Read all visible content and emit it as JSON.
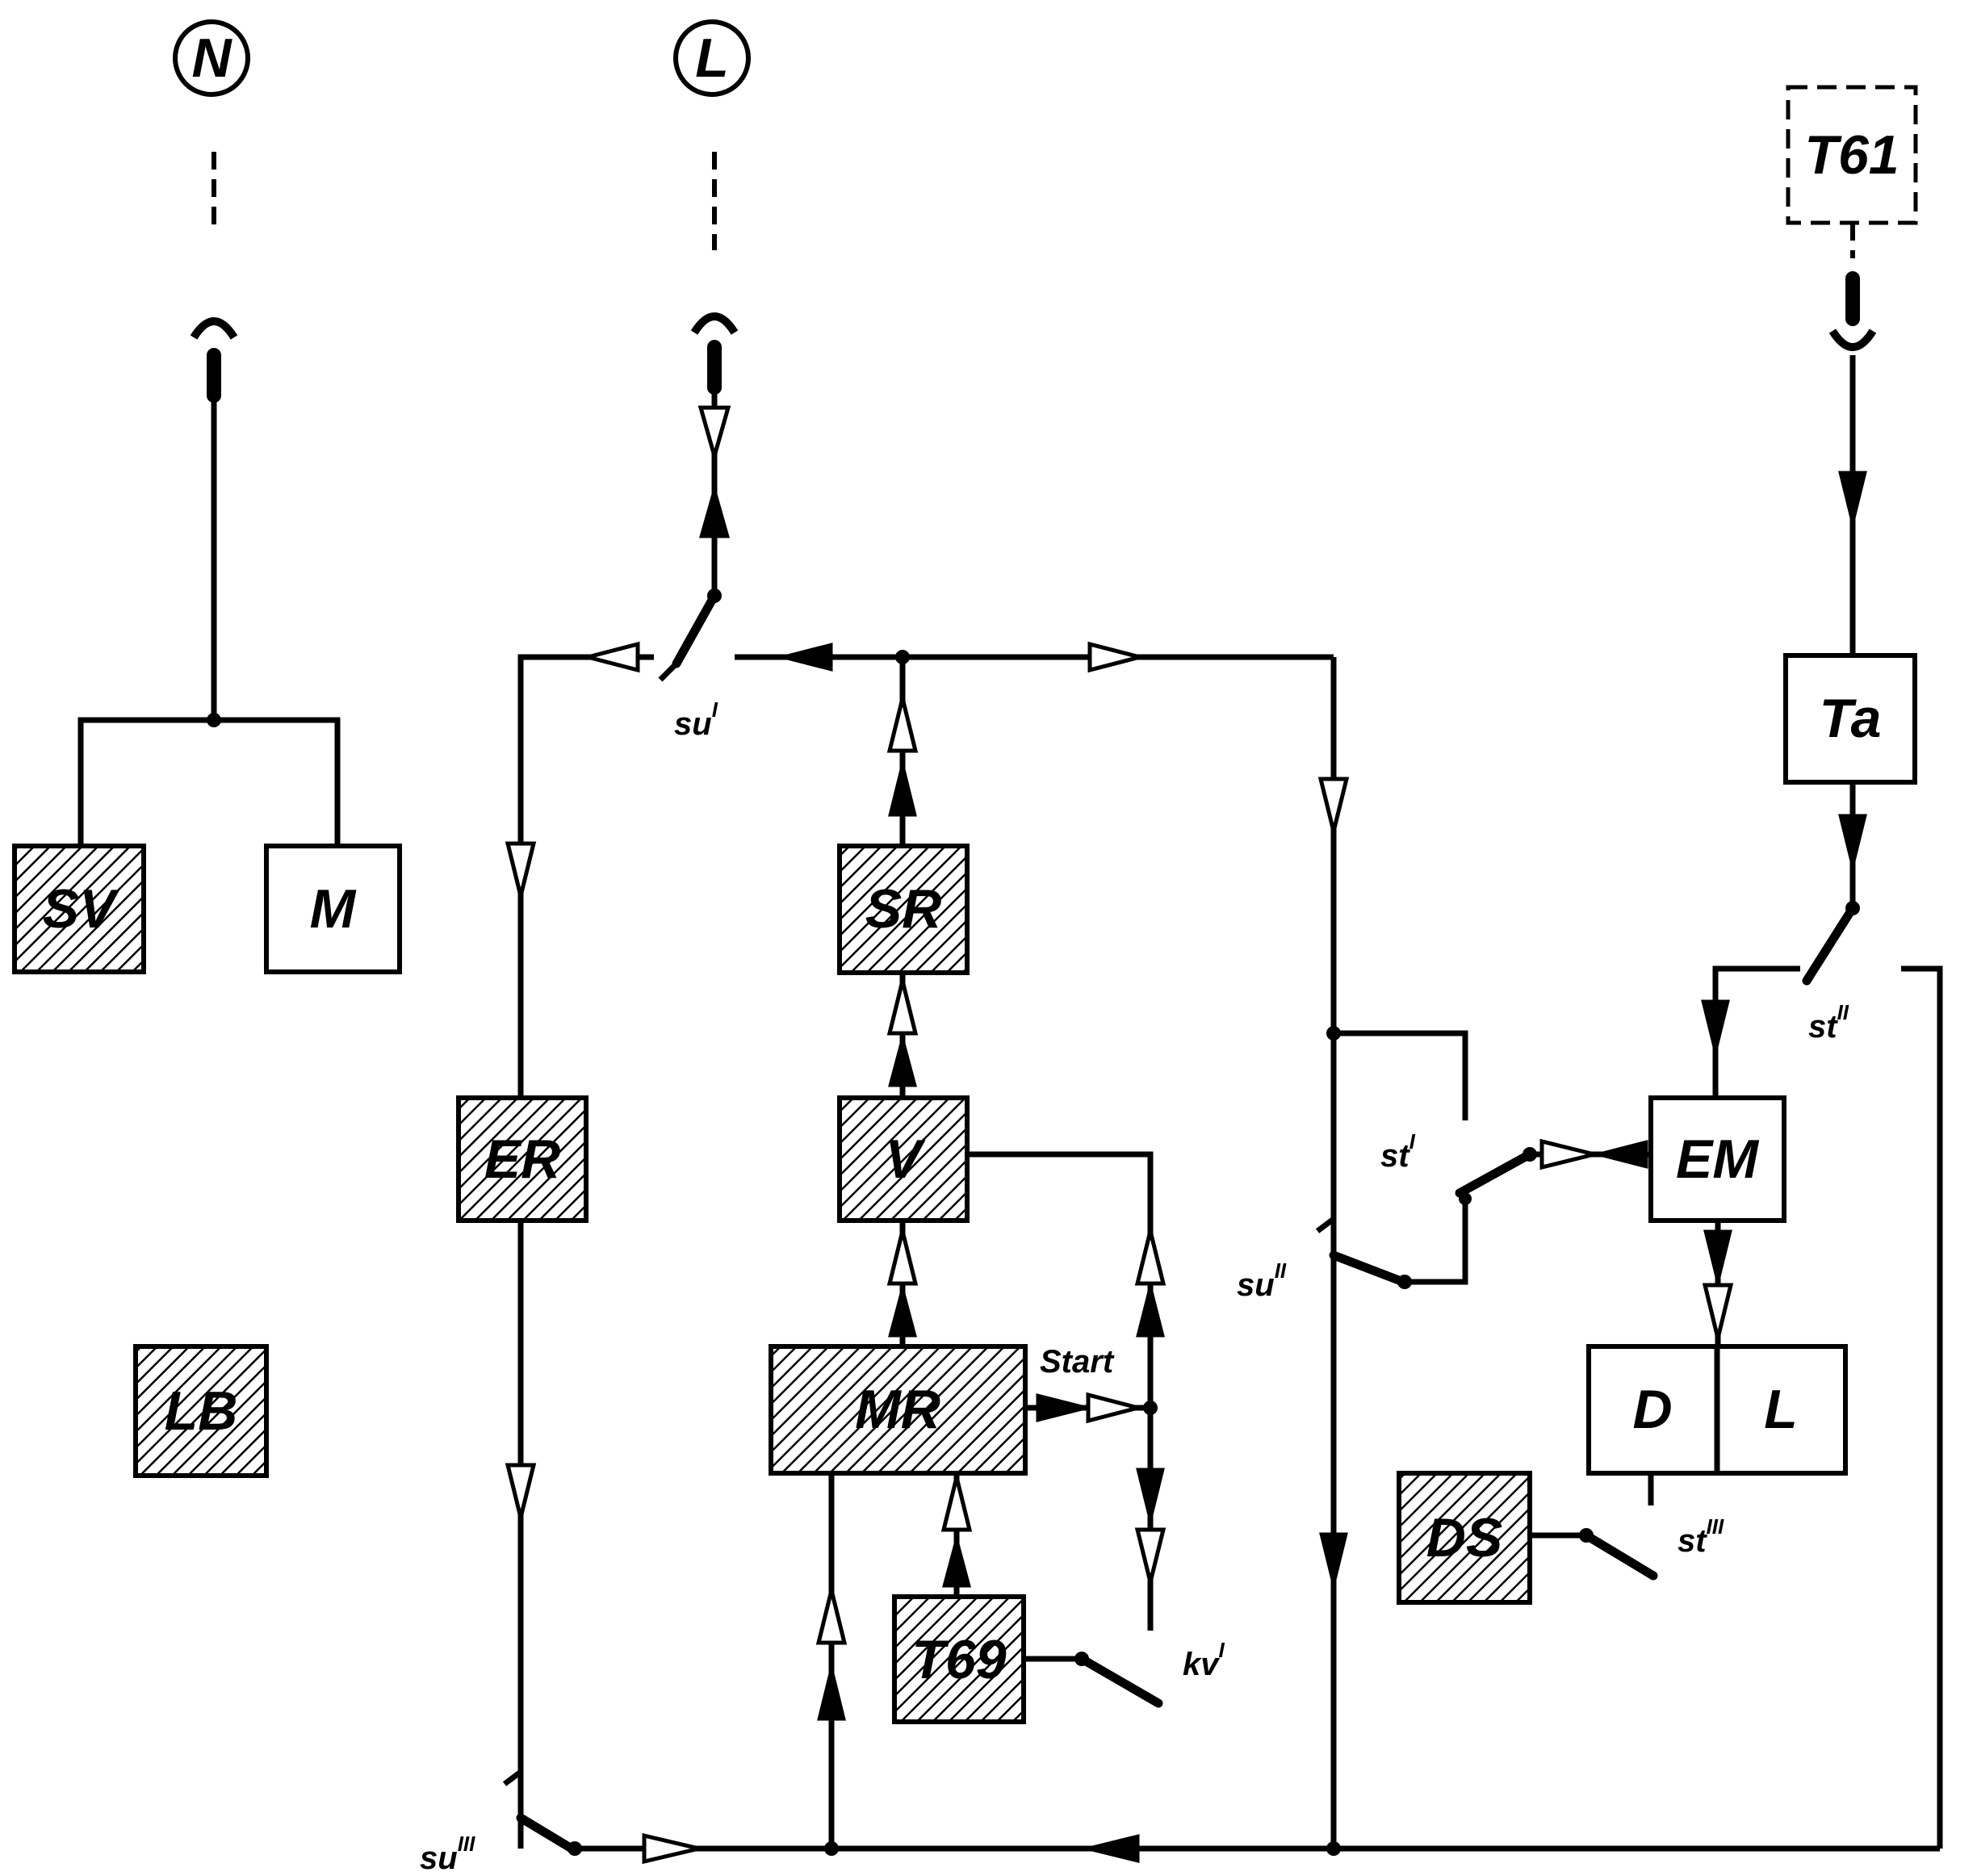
{
  "diagram": {
    "terminals": {
      "n": "N",
      "l": "L"
    },
    "blocks": {
      "sv": "SV",
      "m": "M",
      "lb": "LB",
      "er": "ER",
      "sr": "SR",
      "v": "V",
      "mr": "MR",
      "t69": "T69",
      "t61": "T61",
      "ta": "Ta",
      "em": "EM",
      "d": "D",
      "l": "L",
      "ds": "DS"
    },
    "switches": {
      "su1": {
        "base": "su",
        "exp": "I"
      },
      "su2": {
        "base": "su",
        "exp": "II"
      },
      "su3": {
        "base": "su",
        "exp": "III"
      },
      "st1": {
        "base": "st",
        "exp": "I"
      },
      "st2": {
        "base": "st",
        "exp": "II"
      },
      "st3": {
        "base": "st",
        "exp": "III"
      },
      "kv1": {
        "base": "kv",
        "exp": "I"
      }
    },
    "start_label": "Start"
  }
}
